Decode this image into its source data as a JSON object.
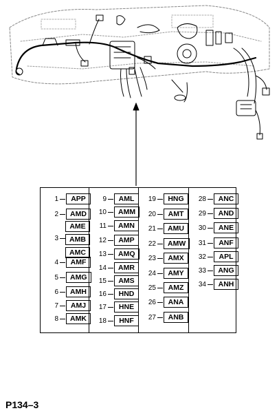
{
  "diagram": {
    "page_ref": "P134–3",
    "columns": [
      {
        "items": [
          {
            "num": "1",
            "codes": [
              "APP"
            ]
          },
          {
            "num": "2",
            "codes": [
              "AMD"
            ]
          },
          {
            "num": "3",
            "codes": [
              "AME",
              "AMB",
              "AMC"
            ]
          },
          {
            "num": "4",
            "codes": [
              "AMF"
            ]
          },
          {
            "num": "5",
            "codes": [
              "AMG"
            ]
          },
          {
            "num": "6",
            "codes": [
              "AMH"
            ]
          },
          {
            "num": "7",
            "codes": [
              "AMJ"
            ]
          },
          {
            "num": "8",
            "codes": [
              "AMK"
            ]
          }
        ]
      },
      {
        "items": [
          {
            "num": "9",
            "codes": [
              "AML"
            ]
          },
          {
            "num": "10",
            "codes": [
              "AMM"
            ]
          },
          {
            "num": "11",
            "codes": [
              "AMN"
            ]
          },
          {
            "num": "12",
            "codes": [
              "AMP"
            ]
          },
          {
            "num": "13",
            "codes": [
              "AMQ"
            ]
          },
          {
            "num": "14",
            "codes": [
              "AMR"
            ]
          },
          {
            "num": "15",
            "codes": [
              "AMS"
            ]
          },
          {
            "num": "16",
            "codes": [
              "HND"
            ]
          },
          {
            "num": "17",
            "codes": [
              "HNE"
            ]
          },
          {
            "num": "18",
            "codes": [
              "HNF"
            ]
          }
        ]
      },
      {
        "items": [
          {
            "num": "19",
            "codes": [
              "HNG"
            ]
          },
          {
            "num": "20",
            "codes": [
              "AMT"
            ]
          },
          {
            "num": "21",
            "codes": [
              "AMU"
            ]
          },
          {
            "num": "22",
            "codes": [
              "AMW"
            ]
          },
          {
            "num": "23",
            "codes": [
              "AMX"
            ]
          },
          {
            "num": "24",
            "codes": [
              "AMY"
            ]
          },
          {
            "num": "25",
            "codes": [
              "AMZ"
            ]
          },
          {
            "num": "26",
            "codes": [
              "ANA"
            ]
          },
          {
            "num": "27",
            "codes": [
              "ANB"
            ]
          }
        ]
      },
      {
        "items": [
          {
            "num": "28",
            "codes": [
              "ANC"
            ]
          },
          {
            "num": "29",
            "codes": [
              "AND"
            ]
          },
          {
            "num": "30",
            "codes": [
              "ANE"
            ]
          },
          {
            "num": "31",
            "codes": [
              "ANF"
            ]
          },
          {
            "num": "32",
            "codes": [
              "APL"
            ]
          },
          {
            "num": "33",
            "codes": [
              "ANG"
            ]
          },
          {
            "num": "34",
            "codes": [
              "ANH"
            ]
          }
        ]
      }
    ]
  }
}
